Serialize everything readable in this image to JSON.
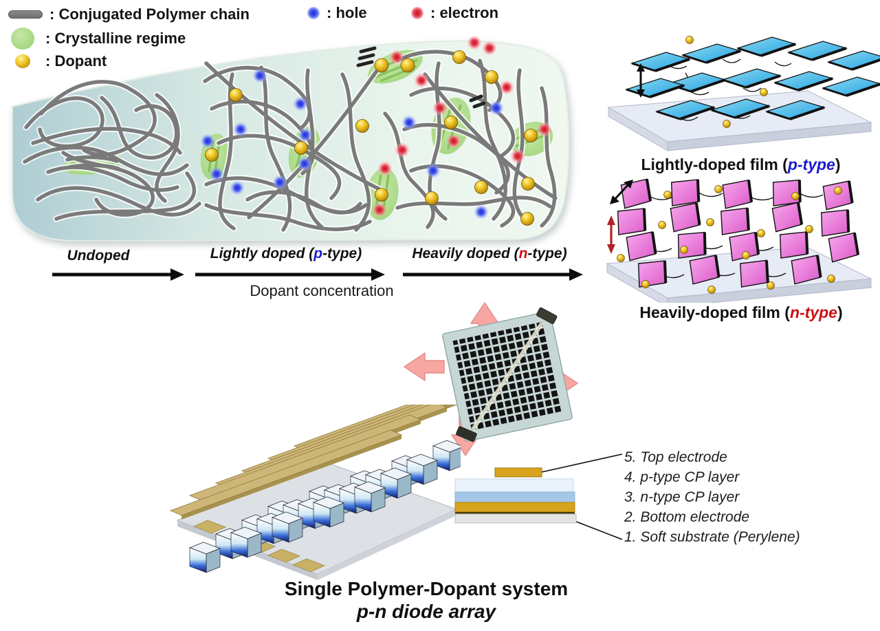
{
  "legend": {
    "polymer": {
      "label": ": Conjugated Polymer chain"
    },
    "crystalline": {
      "label": ": Crystalline regime"
    },
    "dopant": {
      "label": ": Dopant"
    },
    "hole": {
      "label": ": hole"
    },
    "electron": {
      "label": ": electron"
    }
  },
  "process": {
    "stages": [
      {
        "pre": "Undoped",
        "em": "",
        "post": ""
      },
      {
        "pre": "Lightly doped (",
        "em": "p",
        "post": "-type)",
        "em_color": "#1b1bcc"
      },
      {
        "pre": "Heavily doped (",
        "em": "n",
        "post": "-type)",
        "em_color": "#cc1111"
      }
    ],
    "axis_label": "Dopant concentration"
  },
  "films": [
    {
      "pre": "Lightly-doped film (",
      "em": "p-type",
      "post": ")",
      "em_color": "#1b1bcc"
    },
    {
      "pre": "Heavily-doped film (",
      "em": "n-type",
      "post": ")",
      "em_color": "#cc1111"
    }
  ],
  "stack": {
    "labels": [
      "5. Top electrode",
      "4. p-type CP layer",
      "3. n-type CP layer",
      "2. Bottom electrode",
      "1. Soft substrate (Perylene)"
    ]
  },
  "footer": {
    "title": "Single Polymer-Dopant system",
    "subtitle": "p-n diode array"
  },
  "colors": {
    "p_type": "#1b1bcc",
    "n_type": "#cc1111",
    "hole": "#2233dd",
    "electron": "#cc2233",
    "dopant": "#e8b01a",
    "crystalline": "#a6d984",
    "polymer_chain": "#7a7a7a",
    "film_p_plates": "#4db8e8",
    "film_n_plates": "#e879d8",
    "stretch_arrows": "#f7a6a2",
    "electrode_gold": "#d8a31d"
  }
}
